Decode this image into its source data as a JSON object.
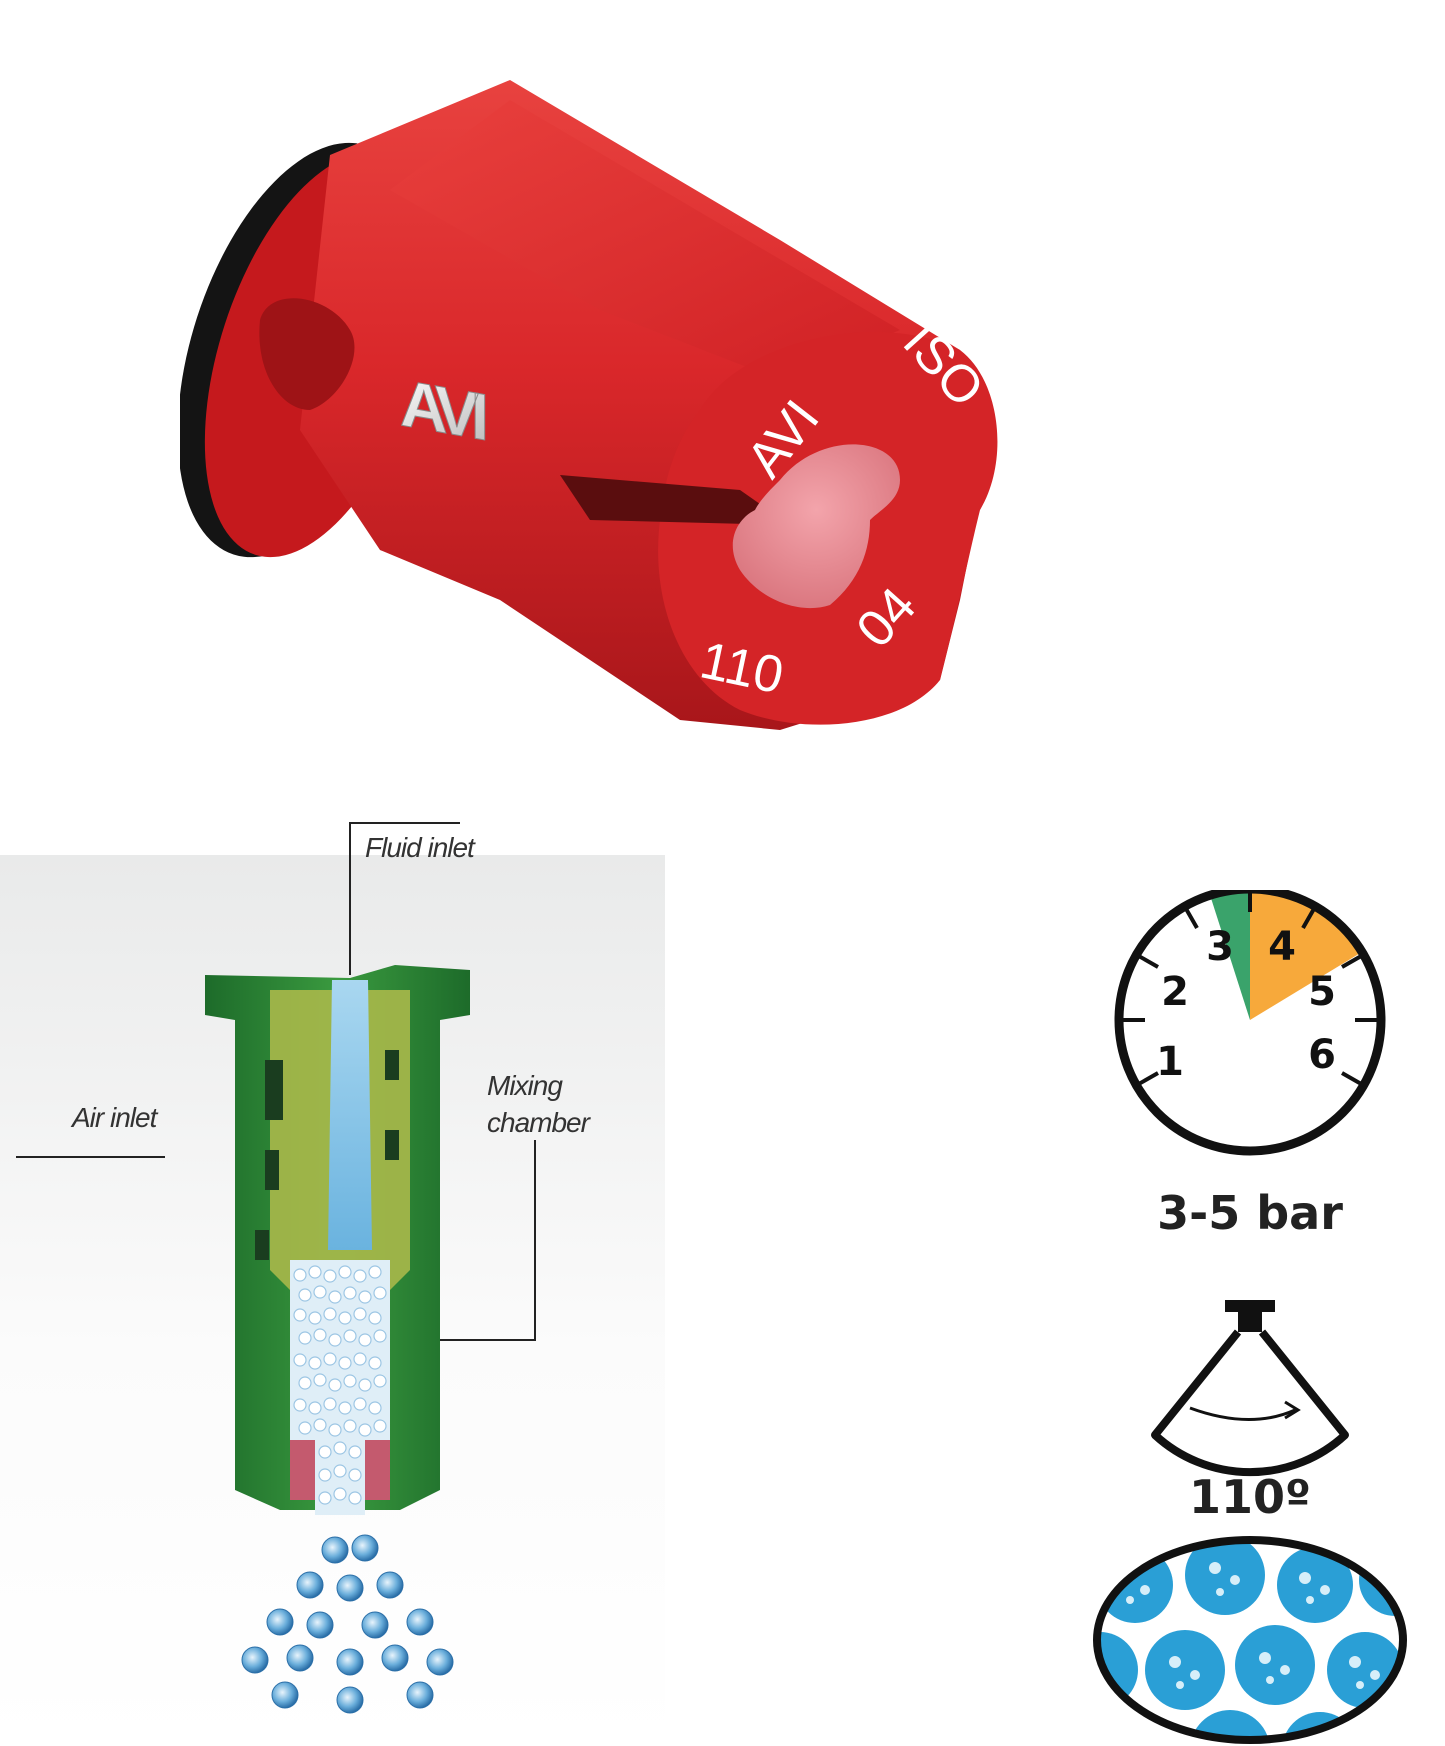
{
  "nozzle": {
    "body_color": "#d9272a",
    "logo_text": "AVI",
    "marking_top_left": "AVI",
    "marking_top_right": "ISO",
    "marking_bottom_left": "110",
    "marking_bottom_right": "04"
  },
  "cutaway": {
    "labels": {
      "fluid_inlet": "Fluid inlet",
      "air_inlet": "Air inlet",
      "mixing_chamber_line1": "Mixing",
      "mixing_chamber_line2": "chamber"
    },
    "body_color": "#2e8b3a",
    "droplet_color": "#4a90c8"
  },
  "pressure_gauge": {
    "ticks": [
      "1",
      "2",
      "3",
      "4",
      "5",
      "6"
    ],
    "green_zone_color": "#3aa36b",
    "orange_zone_color": "#f7a93b",
    "range_label": "3-5 bar"
  },
  "spray_angle": {
    "label": "110º"
  },
  "droplet_pattern": {
    "fill_color": "#2a9fd6"
  }
}
